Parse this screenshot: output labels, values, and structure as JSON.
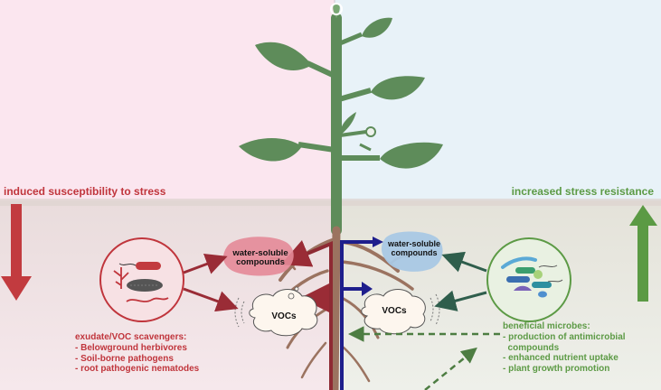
{
  "colors": {
    "left_bg_top": "#fbe6ee",
    "right_bg_top": "#e6f2f8",
    "soil": "#eae6e1",
    "red": "#c0353c",
    "dark_red": "#8e2a33",
    "green": "#5c9a45",
    "teal": "#3b6e58",
    "plant": "#5e8c5a",
    "root": "#9b7360",
    "navy": "#1e1e8c"
  },
  "left": {
    "heading": "induced susceptibility to stress",
    "list_title": "exudate/VOC scavengers:",
    "items": [
      "- Belowground herbivores",
      "- Soil-borne pathogens",
      "- root pathogenic nematodes"
    ]
  },
  "right": {
    "heading": "increased stress resistance",
    "list_title": "beneficial microbes:",
    "items": [
      "- production of  antimicrobial",
      "  compounds",
      "- enhanced nutrient uptake",
      "- plant growth promotion"
    ]
  },
  "bubbles": {
    "left_water": "water-soluble compounds",
    "left_vocs": "VOCs",
    "right_water": "water-soluble compounds",
    "right_vocs": "VOCs"
  },
  "icons": {
    "left_circle": "pathogens-herbivores-nematodes-icon",
    "right_circle": "beneficial-microbes-icon"
  }
}
